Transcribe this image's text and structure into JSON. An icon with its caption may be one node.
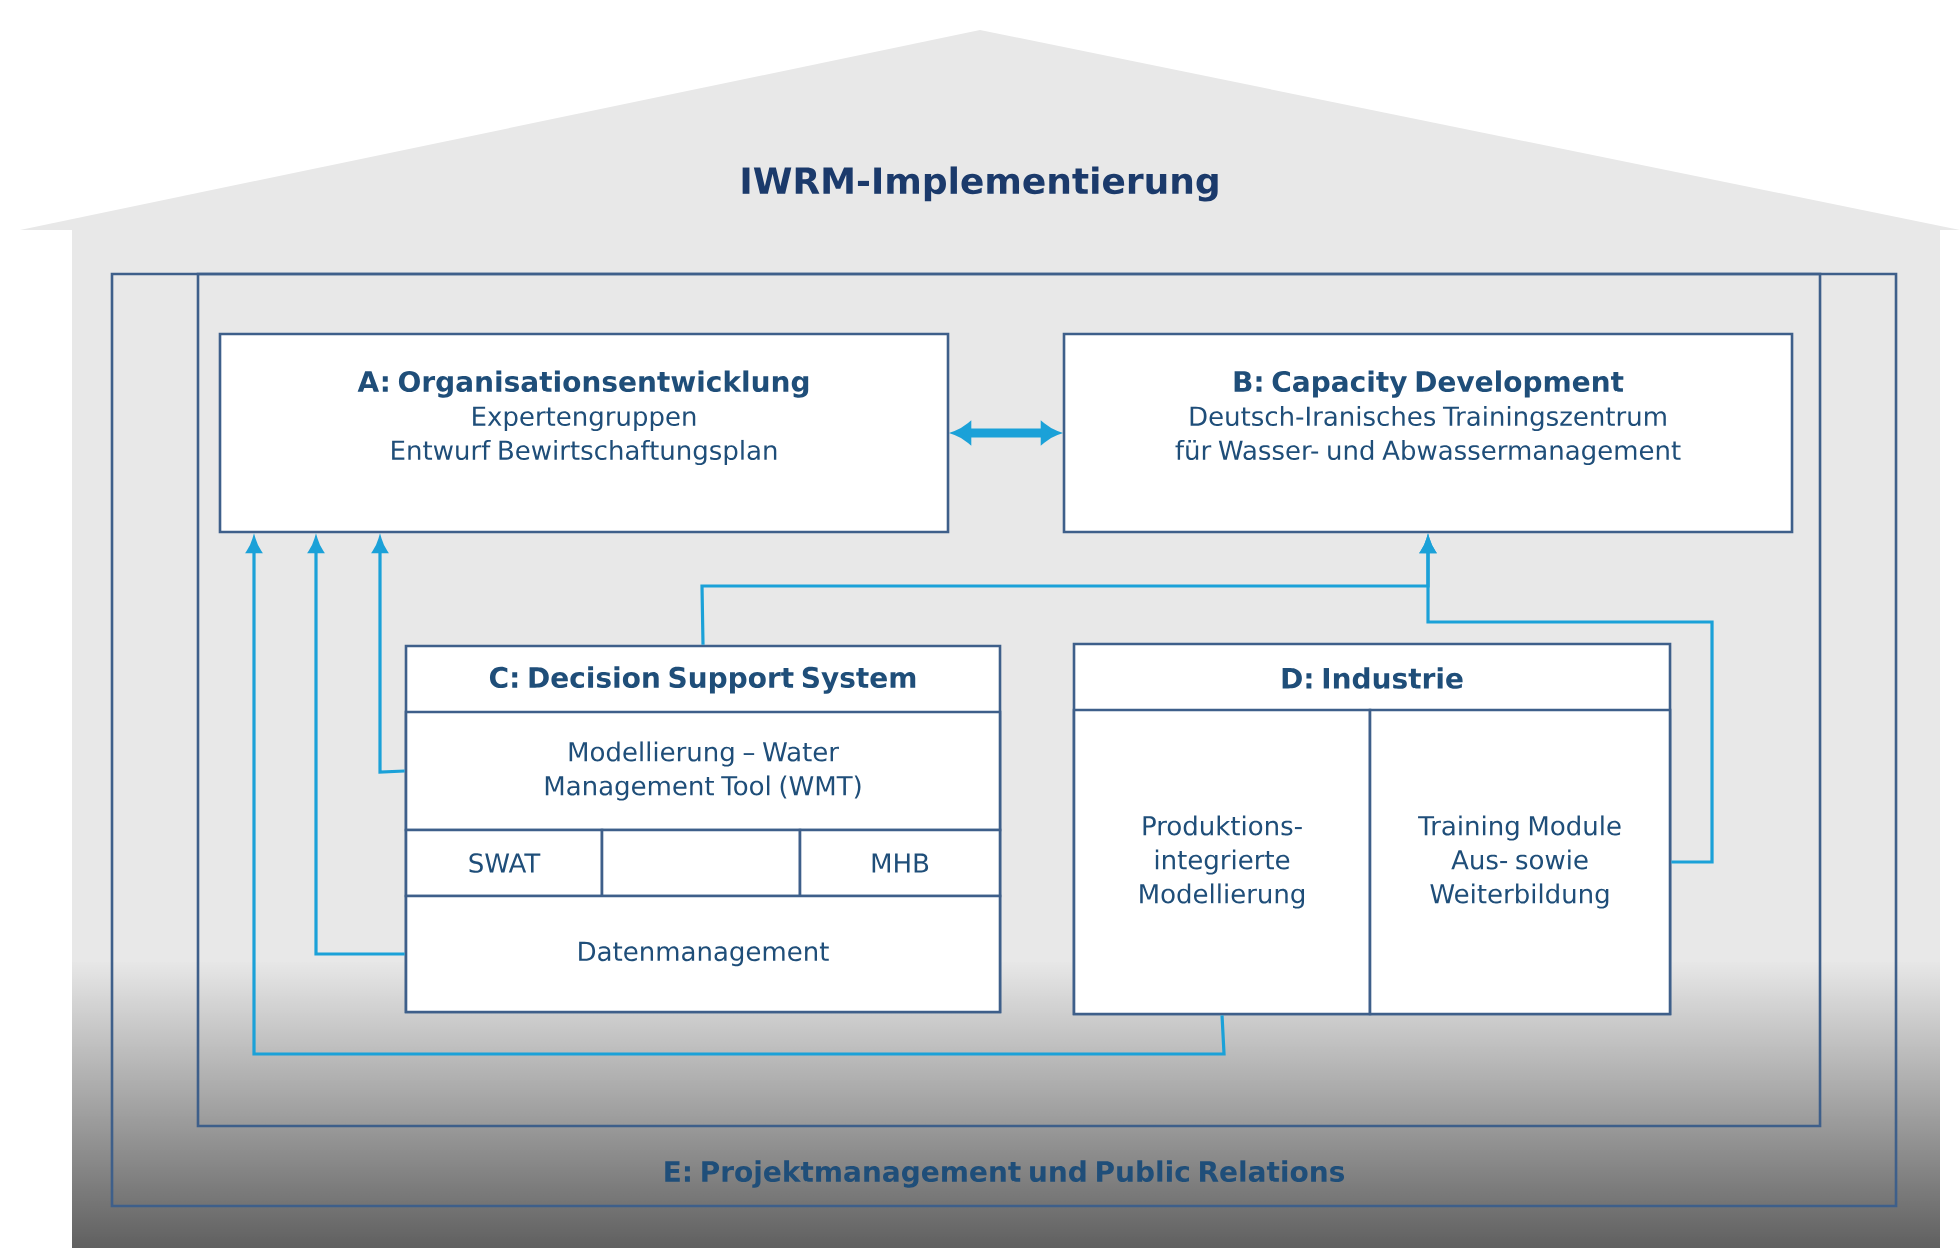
{
  "diagram": {
    "title": "IWRM-Implementierung",
    "nodes": [
      {
        "text": [
          "E: Projektmanagement und Public Relations"
        ]
      },
      {
        "text": [],
        "shape": "box",
        "in": 0
      },
      {
        "text": [
          "A: Organisationsentwicklung",
          "Expertengruppen",
          "Entwurf Bewirtschaftungsplan"
        ],
        "in": 1
      },
      {
        "text": [
          "B: Capacity Development",
          "Deutsch-Iranisches Trainingszentrum für Wasser- und Abwassermanagement"
        ],
        "in": 1
      },
      {
        "text": [
          "C: Decision Support System"
        ],
        "in": 1
      },
      {
        "text": [
          "Modellierung – Water Management Tool (WMT)"
        ],
        "in": 4
      },
      {
        "text": [
          "SWAT"
        ],
        "in": 4
      },
      {
        "text": [],
        "shape": "box",
        "in": 4
      },
      {
        "text": [
          "MHB"
        ],
        "in": 4
      },
      {
        "text": [
          "Datenmanagement"
        ],
        "in": 4
      },
      {
        "text": [
          "D: Industrie"
        ],
        "in": 1
      },
      {
        "text": [
          "Produktions- integrierte Modellierung"
        ],
        "in": 10
      },
      {
        "text": [
          "Training Module Aus- sowie Weiterbildung"
        ],
        "in": 10
      }
    ],
    "edges": [
      {
        "from": 2,
        "to": 3,
        "arrow": "both",
        "style": "thick"
      },
      {
        "from": 5,
        "to": 2,
        "arrow": "to"
      },
      {
        "from": 9,
        "to": 2,
        "arrow": "to"
      },
      {
        "from": 11,
        "to": 2,
        "arrow": "to"
      },
      {
        "from": 4,
        "to": 3,
        "arrow": "to"
      },
      {
        "from": 12,
        "to": 3,
        "arrow": "to"
      }
    ]
  }
}
